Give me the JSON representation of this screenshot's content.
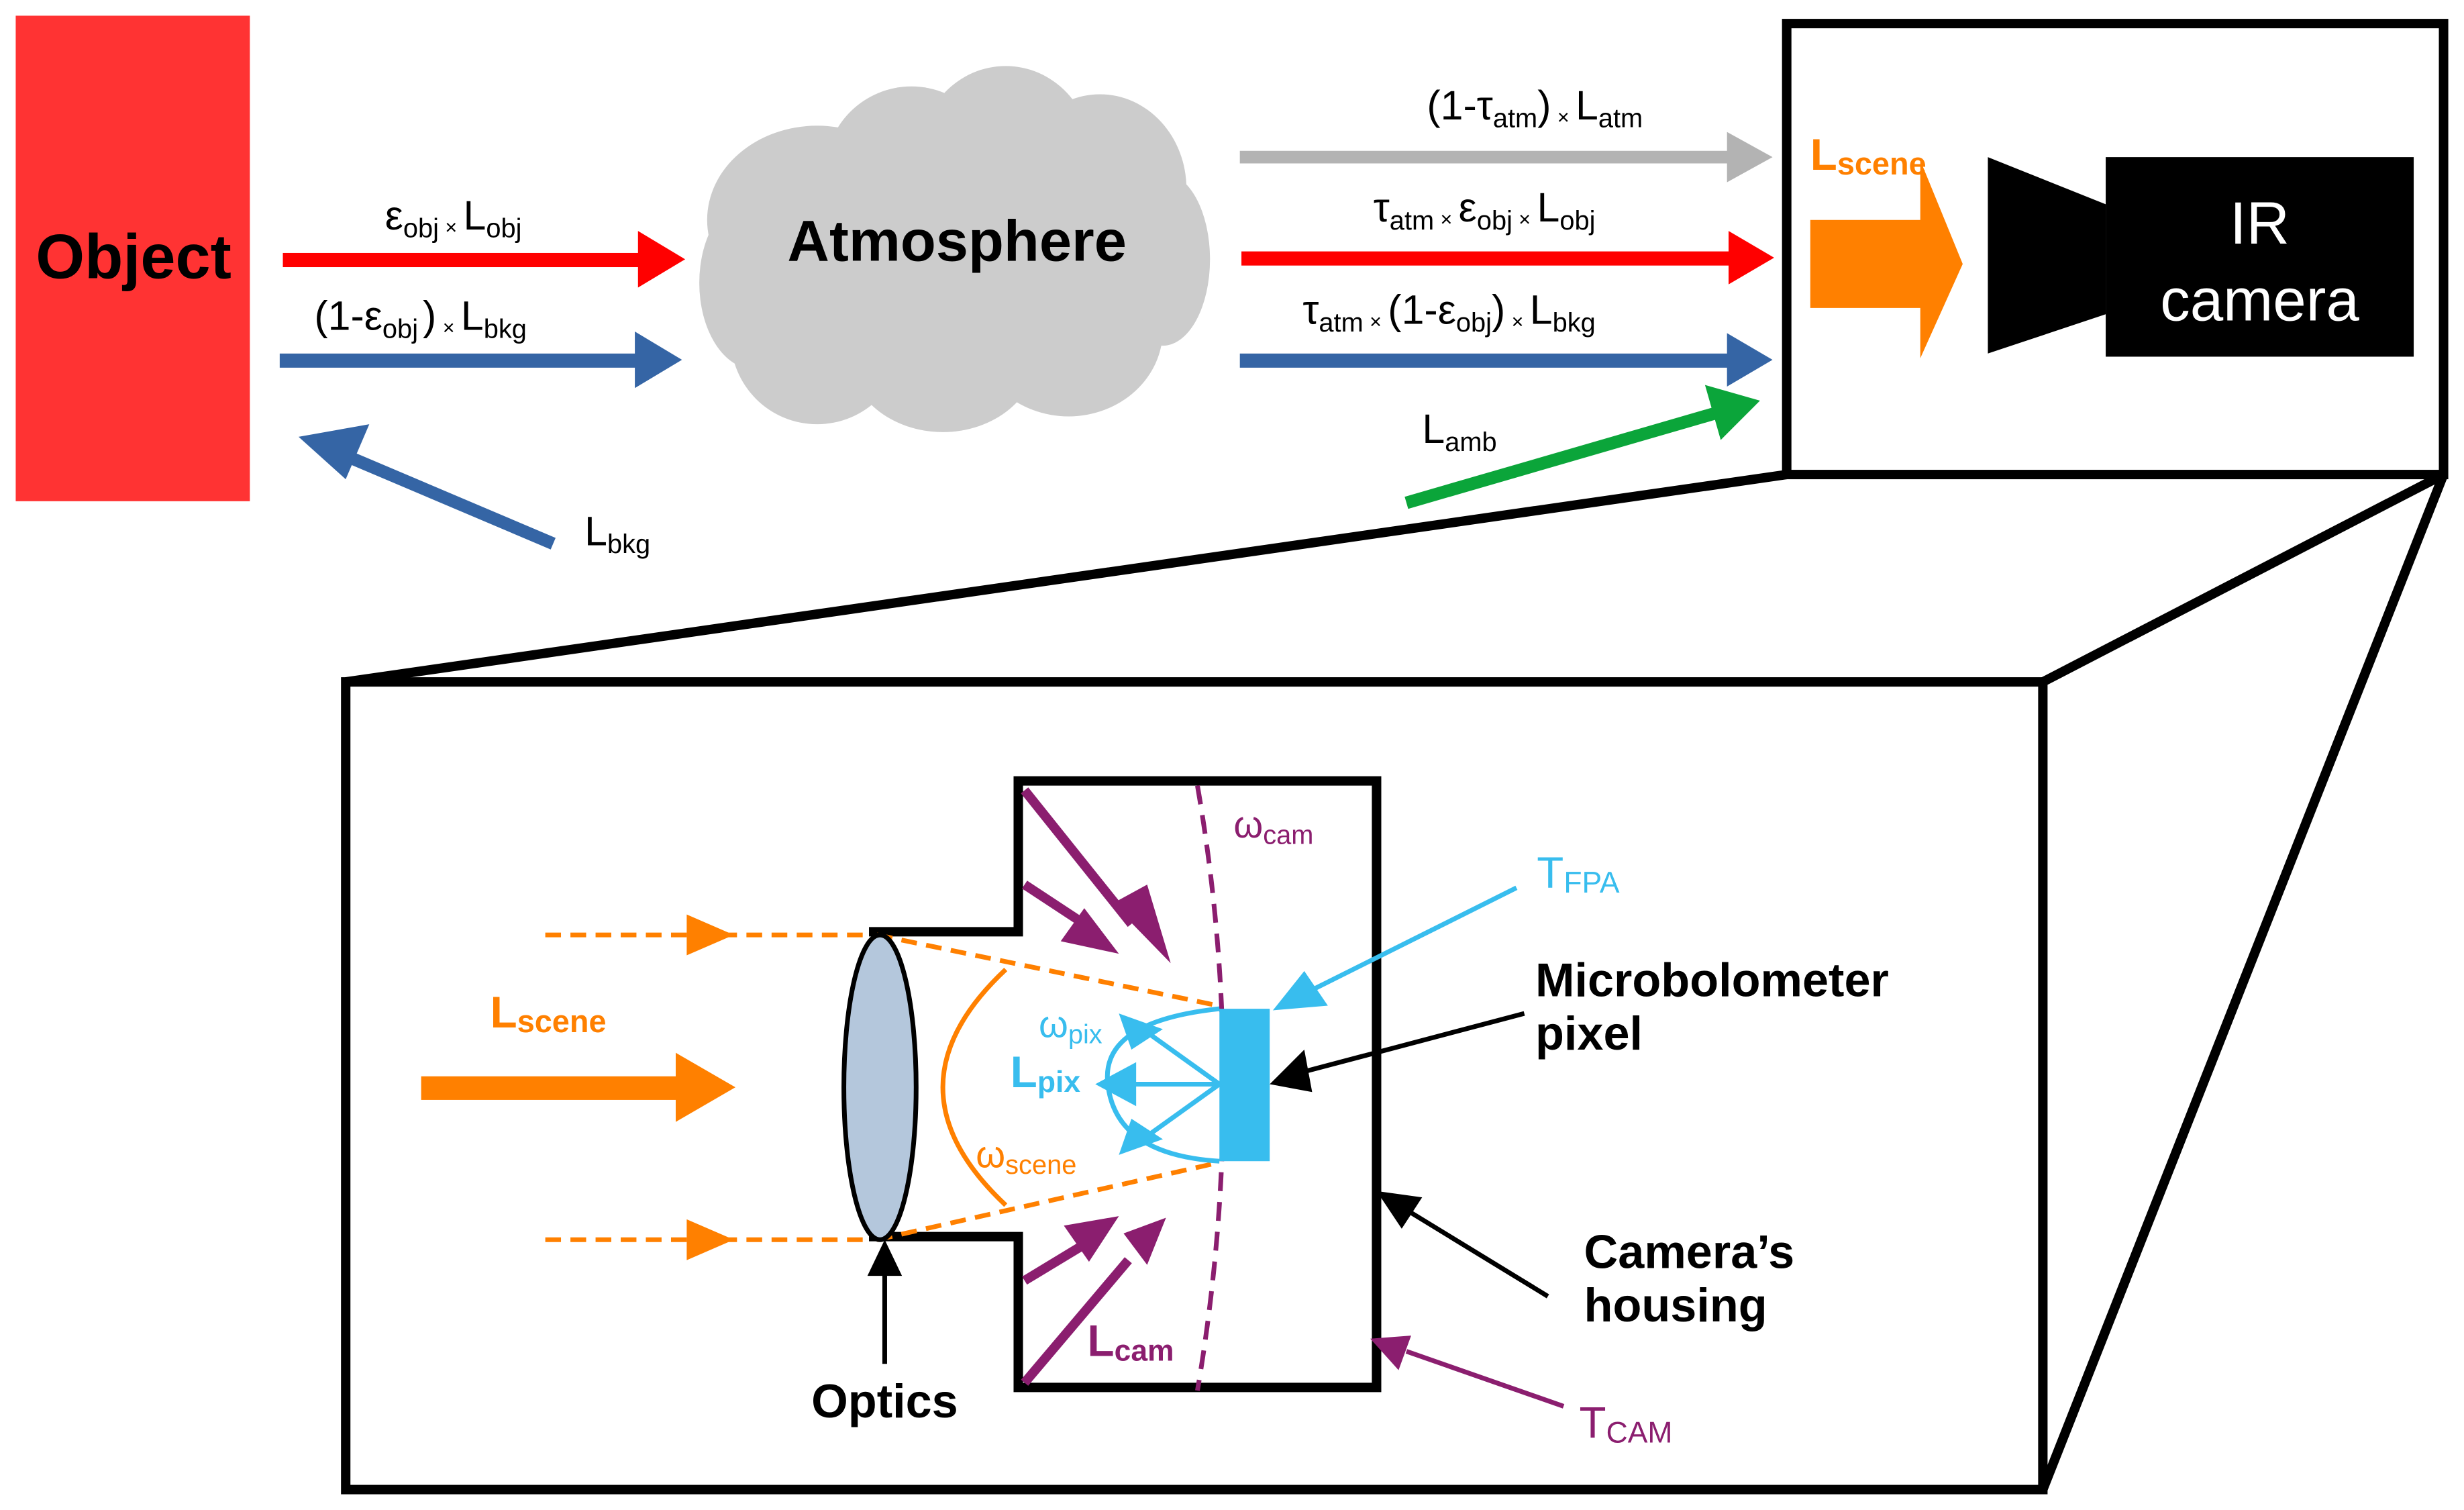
{
  "colors": {
    "object_fill": "#FF3333",
    "red_arrow": "#FF0000",
    "blue_arrow": "#3565A5",
    "gray_arrow": "#B3B3B3",
    "green_arrow": "#0BA53A",
    "orange": "#FF8000",
    "cyan": "#38BDEE",
    "purple": "#8B1E6F",
    "cloud": "#CCCCCC",
    "lens": "#B4C7DC",
    "black": "#000000"
  },
  "top": {
    "object_label": "Object",
    "atmosphere_label": "Atmosphere",
    "camera_label_line1": "IR",
    "camera_label_line2": "camera",
    "arrows": {
      "emitted": {
        "symbol": "ε",
        "sub1": "obj",
        "times": "×",
        "L": "L",
        "sub2": "obj"
      },
      "reflected": {
        "pre": "(1-",
        "symbol": "ε",
        "sub1": "obj",
        "post": ")",
        "times": "×",
        "L": "L",
        "sub2": "bkg"
      },
      "background": {
        "L": "L",
        "sub": "bkg"
      },
      "atm_emitted": {
        "pre": "(1-",
        "symbol": "τ",
        "sub1": "atm",
        "post": ")",
        "times": "×",
        "L": "L",
        "sub2": "atm"
      },
      "atm_obj": {
        "tau": "τ",
        "tau_sub": "atm",
        "times": "×",
        "symbol": "ε",
        "sub1": "obj",
        "L": "L",
        "sub2": "obj"
      },
      "atm_bkg": {
        "tau": "τ",
        "tau_sub": "atm",
        "times": "×",
        "pre": "(1-",
        "symbol": "ε",
        "sub1": "obj",
        "post": ")",
        "L": "L",
        "sub2": "bkg"
      },
      "ambient": {
        "L": "L",
        "sub": "amb"
      },
      "scene": {
        "L": "L",
        "sub": "scene"
      }
    }
  },
  "inset": {
    "scene": {
      "L": "L",
      "sub": "scene"
    },
    "omega_scene": {
      "w": "ω",
      "sub": "scene"
    },
    "omega_pix": {
      "w": "ω",
      "sub": "pix"
    },
    "omega_cam": {
      "w": "ω",
      "sub": "cam"
    },
    "l_pix": {
      "L": "L",
      "sub": "pix"
    },
    "l_cam": {
      "L": "L",
      "sub": "cam"
    },
    "t_fpa": {
      "T": "T",
      "sub": "FPA"
    },
    "t_cam": {
      "T": "T",
      "sub": "CAM"
    },
    "microbolometer_line1": "Microbolometer",
    "microbolometer_line2": "pixel",
    "housing_line1": "Camera’s",
    "housing_line2": "housing",
    "optics": "Optics"
  }
}
